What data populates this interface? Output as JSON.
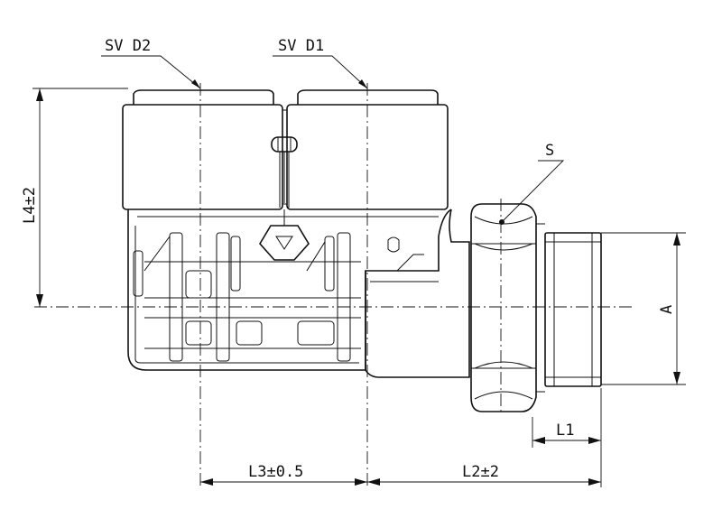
{
  "labels": {
    "sv_d2": "SV D2",
    "sv_d1": "SV D1",
    "s": "S",
    "l4": "L4±2",
    "a": "A",
    "l1": "L1",
    "l3": "L3±0.5",
    "l2": "L2±2"
  },
  "colors": {
    "line": "#111111",
    "background": "#ffffff"
  }
}
